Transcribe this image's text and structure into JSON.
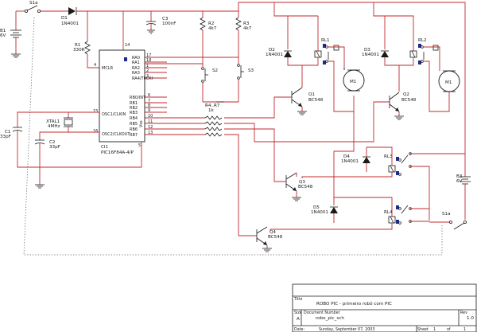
{
  "components": {
    "s1a_top": "S1a",
    "d1": "D1",
    "d1_val": "1N4001",
    "c3": "C3",
    "c3_val": "100nF",
    "b1": "B1",
    "b1_val": "6V",
    "r1": "R1",
    "r1_val": "330R",
    "r2": "R2",
    "r2_val": "4k7",
    "r3": "R3",
    "r3_val": "4k7",
    "s2": "S2",
    "s3": "S3",
    "d2": "D2",
    "d2_val": "1N4001",
    "d3": "D3",
    "d3_val": "1N4001",
    "rl1": "RL1",
    "rl2": "RL2",
    "m1a": "M1",
    "m1b": "M1",
    "q1": "Q1",
    "q1_val": "BC548",
    "q2": "Q2",
    "q2_val": "BC548",
    "xtal1": "XTAL1",
    "xtal1_val": "4MHz",
    "c1": "C1",
    "c1_val": "33pF",
    "c2": "C2",
    "c2_val": "33pF",
    "r4r7": "R4..R7",
    "r4r7_val": "1k",
    "d4": "D4",
    "d4_val": "1N4001",
    "d5": "D5",
    "d5_val": "1N4001",
    "q3": "Q3",
    "q3_val": "BC548",
    "q4": "Q4",
    "q4_val": "BC548",
    "rl3": "RL3",
    "rl4": "RL4",
    "b3": "B3",
    "b3_val": "6V",
    "s1a_bottom": "S1a"
  },
  "mcu": {
    "ref": "CI1",
    "part": "PIC16F84A-4/P",
    "pin_mclr": "MCLR",
    "pin_mclr_num": "4",
    "pin_osc1": "OSC1/CLKIN",
    "pin_osc1_num": "15",
    "pin_osc2": "OSC2/CLKOUT",
    "pin_osc2_num": "16",
    "vdd_num": "14",
    "vss_label": "Vss",
    "vss_num": "5",
    "porta": [
      {
        "name": "RA0",
        "num": "17"
      },
      {
        "name": "RA1",
        "num": "18"
      },
      {
        "name": "RA2",
        "num": "1"
      },
      {
        "name": "RA3",
        "num": "2"
      },
      {
        "name": "RA4/T0CKI",
        "num": "3"
      }
    ],
    "portb": [
      {
        "name": "RB0/INT",
        "num": "6"
      },
      {
        "name": "RB1",
        "num": "7"
      },
      {
        "name": "RB2",
        "num": "8"
      },
      {
        "name": "RB3",
        "num": "9"
      },
      {
        "name": "RB4",
        "num": "10"
      },
      {
        "name": "RB5",
        "num": "11"
      },
      {
        "name": "RB6",
        "num": "12"
      },
      {
        "name": "RB7",
        "num": "13"
      }
    ]
  },
  "title_block": {
    "title_label": "Title",
    "title": "ROBO PIC - primeiro robô com PIC",
    "size_label": "Size",
    "size": "A",
    "docnum_label": "Document Number",
    "docnum": "robo_pic_sch",
    "rev_label": "Rev",
    "rev": "1.0",
    "date_label": "Date:",
    "date": "Sunday, September 07, 2003",
    "sheet_label": "Sheet",
    "sheet": "1",
    "of_label": "of",
    "of": "1"
  }
}
